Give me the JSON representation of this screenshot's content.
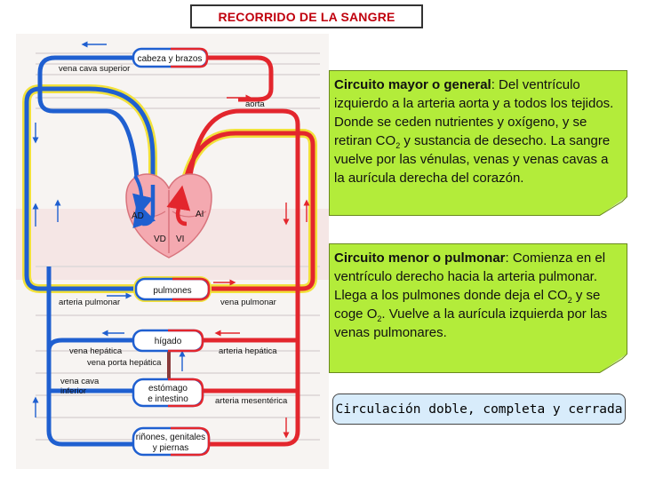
{
  "title": "RECORRIDO DE LA SANGRE",
  "diagram": {
    "organs": {
      "head": "cabeza y brazos",
      "lungs": "pulmones",
      "liver": "hígado",
      "stomach_line1": "estómago",
      "stomach_line2": "e intestino",
      "kidneys_line1": "riñones, genitales",
      "kidneys_line2": "y piernas"
    },
    "vessels": {
      "superior_vena_cava": "vena cava superior",
      "aorta": "aorta",
      "pulmonary_artery": "arteria pulmonar",
      "pulmonary_vein": "vena pulmonar",
      "hepatic_vein": "vena hepática",
      "portal_vein": "vena porta hepática",
      "hepatic_artery": "arteria hepática",
      "inferior_vena_cava_line1": "vena cava",
      "inferior_vena_cava_line2": "inferior",
      "mesenteric_artery": "arteria mesentérica"
    },
    "chambers": {
      "right_atrium": "AD",
      "left_atrium": "AI",
      "right_ventricle": "VD",
      "left_ventricle": "VI"
    }
  },
  "notes": {
    "major": {
      "heading": "Circuito mayor o general",
      "text1": ": Del ventrículo izquierdo a la arteria aorta y a todos los tejidos. Donde se ceden nutrientes y oxígeno, y se retiran CO",
      "sub": "2",
      "text2": " y sustancia de desecho. La sangre vuelve por las vénulas, venas y venas cavas a la aurícula derecha del corazón."
    },
    "minor": {
      "heading": "Circuito menor o pulmonar",
      "text1": ": Comienza en el ventrículo derecho hacia la arteria pulmonar. Llega a los pulmones donde deja el CO",
      "sub1": "2",
      "text2": " y se coge O",
      "sub2": "2",
      "text3": ". Vuelve a la aurícula izquierda por las venas pulmonares."
    }
  },
  "summary": "Circulación doble, completa y cerrada",
  "colors": {
    "venous": "#1f5fd0",
    "arterial": "#e3262d",
    "outline_yellow": "#f2e13a",
    "note_green": "#b3ec3a",
    "summary_blue": "#d8ecfb",
    "heart": "#f4a9b0",
    "portal": "#8a3a3a",
    "title_red": "#c0000d"
  }
}
